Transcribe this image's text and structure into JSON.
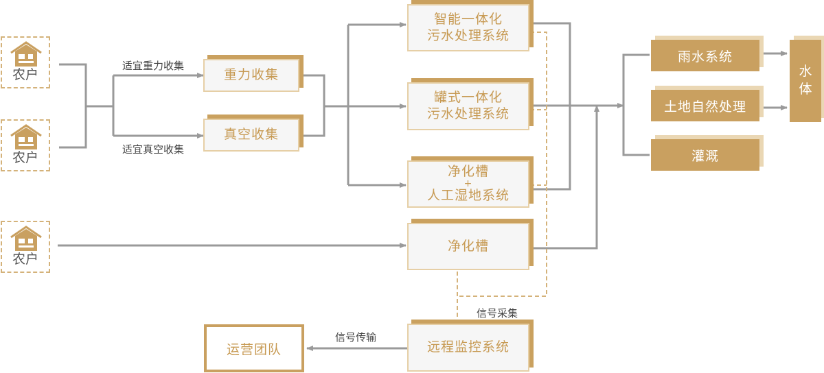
{
  "farmers": [
    {
      "label": "农户"
    },
    {
      "label": "农户"
    },
    {
      "label": "农户"
    }
  ],
  "collection": {
    "gravity_label": "适宜重力收集",
    "gravity_box": "重力收集",
    "vacuum_label": "适宜真空收集",
    "vacuum_box": "真空收集"
  },
  "systems": {
    "smart": [
      "智能一体化",
      "污水处理系统"
    ],
    "tank": [
      "罐式一体化",
      "污水处理系统"
    ],
    "purify_wetland": {
      "line1": "净化槽",
      "plus": "+",
      "line2": "人工湿地系统"
    },
    "purify": "净化槽",
    "monitor": "远程监控系统"
  },
  "outputs": {
    "rain": "雨水系统",
    "land": "土地自然处理",
    "irrigation": "灌溉",
    "water_body": [
      "水",
      "体"
    ]
  },
  "signal": {
    "collect": "信号采集",
    "transmit": "信号传输"
  },
  "ops_team": "运营团队",
  "colors": {
    "gold": "#c9a060",
    "gold_text": "#c79a53",
    "gold_light": "#ead7b4",
    "dashed": "#d4b27a",
    "connector": "#9a9a9a"
  }
}
